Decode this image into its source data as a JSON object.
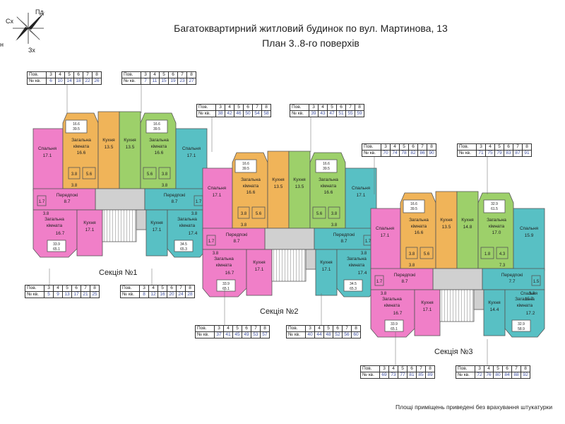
{
  "title": "Багатоквартирний житловий будинок по вул. Мартинова, 13",
  "subtitle": "План 3..8-го поверхів",
  "compass": {
    "north_east": "Пд",
    "north_west": "Сх",
    "west": "н",
    "south": "Зх"
  },
  "section_labels": [
    "Секція №1",
    "Секція №2",
    "Секція №3"
  ],
  "footnote": "Площі приміщень приведені без врахування штукатурки",
  "floor_tables": [
    {
      "id": "s1-top-left",
      "h1": "Пов.",
      "h2": "№ кв.",
      "floors": [
        "3",
        "4",
        "5",
        "6",
        "7",
        "8"
      ],
      "apts": [
        "6",
        "10",
        "14",
        "18",
        "22",
        "26"
      ]
    },
    {
      "id": "s1-top-right",
      "h1": "Пов.",
      "h2": "№ кв.",
      "floors": [
        "3",
        "4",
        "5",
        "6",
        "7",
        "8"
      ],
      "apts": [
        "7",
        "11",
        "15",
        "19",
        "23",
        "27"
      ]
    },
    {
      "id": "s1-bottom-left",
      "h1": "Пов.",
      "h2": "№ кв.",
      "floors": [
        "3",
        "4",
        "5",
        "6",
        "7",
        "8"
      ],
      "apts": [
        "5",
        "9",
        "13",
        "17",
        "21",
        "25"
      ]
    },
    {
      "id": "s1-bottom-right",
      "h1": "Пов.",
      "h2": "№ кв.",
      "floors": [
        "3",
        "4",
        "5",
        "6",
        "7",
        "8"
      ],
      "apts": [
        "8",
        "12",
        "16",
        "20",
        "24",
        "28"
      ]
    },
    {
      "id": "s2-top-left",
      "h1": "Пов.",
      "h2": "№ кв.",
      "floors": [
        "3",
        "4",
        "5",
        "6",
        "7",
        "8"
      ],
      "apts": [
        "38",
        "42",
        "46",
        "50",
        "54",
        "58"
      ]
    },
    {
      "id": "s2-top-right",
      "h1": "Пов.",
      "h2": "№ кв.",
      "floors": [
        "3",
        "4",
        "5",
        "6",
        "7",
        "8"
      ],
      "apts": [
        "39",
        "43",
        "47",
        "51",
        "55",
        "59"
      ]
    },
    {
      "id": "s2-bottom-left",
      "h1": "Пов.",
      "h2": "№ кв.",
      "floors": [
        "3",
        "4",
        "5",
        "6",
        "7",
        "8"
      ],
      "apts": [
        "37",
        "41",
        "45",
        "49",
        "53",
        "57"
      ]
    },
    {
      "id": "s2-bottom-right",
      "h1": "Пов.",
      "h2": "№ кв.",
      "floors": [
        "3",
        "4",
        "5",
        "6",
        "7",
        "8"
      ],
      "apts": [
        "40",
        "44",
        "48",
        "52",
        "56",
        "60"
      ]
    },
    {
      "id": "s3-top-left",
      "h1": "Пов.",
      "h2": "№ кв.",
      "floors": [
        "3",
        "4",
        "5",
        "6",
        "7",
        "8"
      ],
      "apts": [
        "70",
        "74",
        "78",
        "82",
        "86",
        "90"
      ]
    },
    {
      "id": "s3-top-right",
      "h1": "Пов.",
      "h2": "№ кв.",
      "floors": [
        "3",
        "4",
        "5",
        "6",
        "7",
        "8"
      ],
      "apts": [
        "71",
        "75",
        "79",
        "83",
        "87",
        "91"
      ]
    },
    {
      "id": "s3-bottom-left",
      "h1": "Пов.",
      "h2": "№ кв.",
      "floors": [
        "3",
        "4",
        "5",
        "6",
        "7",
        "8"
      ],
      "apts": [
        "69",
        "73",
        "77",
        "81",
        "85",
        "89"
      ]
    },
    {
      "id": "s3-bottom-right",
      "h1": "Пов.",
      "h2": "№ кв.",
      "floors": [
        "3",
        "4",
        "5",
        "6",
        "7",
        "8"
      ],
      "apts": [
        "72",
        "76",
        "80",
        "84",
        "88",
        "92"
      ]
    }
  ],
  "room_labels": {
    "bedroom": "Спальня",
    "living": "Загальна",
    "living2": "кімната",
    "kitchen": "Кухня",
    "hall": "Передпокій",
    "hall_short": "Передпокі"
  },
  "areas": {
    "s1": {
      "bed_l": "17.1",
      "liv_l": "16.6",
      "kit_l": "13.5",
      "kit_r": "13.5",
      "liv_r": "16.6",
      "bed_r": "17.1",
      "bath_a": "3.8",
      "bath_b": "5.6",
      "bath_c": "5.6",
      "bath_d": "3.8",
      "wc_l": "1.7",
      "st_l": "3.8",
      "hall_l": "8.7",
      "hall_r": "8.7",
      "wc_r": "1.7",
      "st_r": "3.8",
      "bliv_l": "16.7",
      "bkit_l": "17.1",
      "bkit_r": "17.1",
      "bliv_r": "17.4",
      "tot_l": "33.9",
      "tot_l2": "65.1",
      "tot_r": "34.5",
      "tot_r2": "65.3",
      "tp_l": "16.6",
      "tp_l2": "39.5",
      "tp_r": "16.6",
      "tp_r2": "39.5",
      "b1": "3.8",
      "b2": "3.8"
    },
    "s2": {
      "bed_l": "17.1",
      "liv_l": "16.6",
      "kit_l": "13.5",
      "kit_r": "13.5",
      "liv_r": "16.6",
      "bed_r": "17.1",
      "bath_a": "3.8",
      "bath_b": "5.6",
      "bath_c": "5.6",
      "bath_d": "3.8",
      "wc_l": "1.7",
      "st_l": "3.8",
      "hall_l": "8.7",
      "hall_r": "8.7",
      "wc_r": "1.7",
      "st_r": "3.8",
      "bliv_l": "16.7",
      "bkit_l": "17.1",
      "bkit_r": "17.1",
      "bliv_r": "17.4",
      "tot_l": "33.9",
      "tot_l2": "65.1",
      "tot_r": "34.5",
      "tot_r2": "65.3",
      "tp_l": "16.6",
      "tp_l2": "39.5",
      "tp_r": "16.6",
      "tp_r2": "39.5",
      "b1": "3.8",
      "b2": "3.8"
    },
    "s3": {
      "bed_l": "17.1",
      "liv_l": "16.6",
      "kit_l": "13.5",
      "kit_r": "14.8",
      "liv_r": "17.0",
      "bed_r": "15.9",
      "bath_a": "3.8",
      "bath_b": "5.6",
      "bath_c": "1.8",
      "bath_d": "4.3",
      "wc_l": "1.7",
      "st_l": "3.8",
      "hall_l": "8.7",
      "hall_r": "7.7",
      "wc_r": "1.5",
      "st_r": "3.8",
      "bliv_l": "16.7",
      "bkit_l": "17.1",
      "bkit_r": "14.4",
      "bliv_r": "17.2",
      "tot_l": "33.9",
      "tot_l2": "65.1",
      "tot_r": "32.9",
      "tot_r2": "58.9",
      "tp_l": "16.6",
      "tp_l2": "39.5",
      "tp_r": "32.9",
      "tp_r2": "61.5",
      "b1": "3.8",
      "b2": "7.3",
      "bed2": "15.7"
    }
  },
  "colors": {
    "orange": "#f0b459",
    "green": "#9dd06a",
    "pink": "#f07fc8",
    "teal": "#58c0c4",
    "core": "#d0d0d0",
    "wall": "#555555"
  }
}
